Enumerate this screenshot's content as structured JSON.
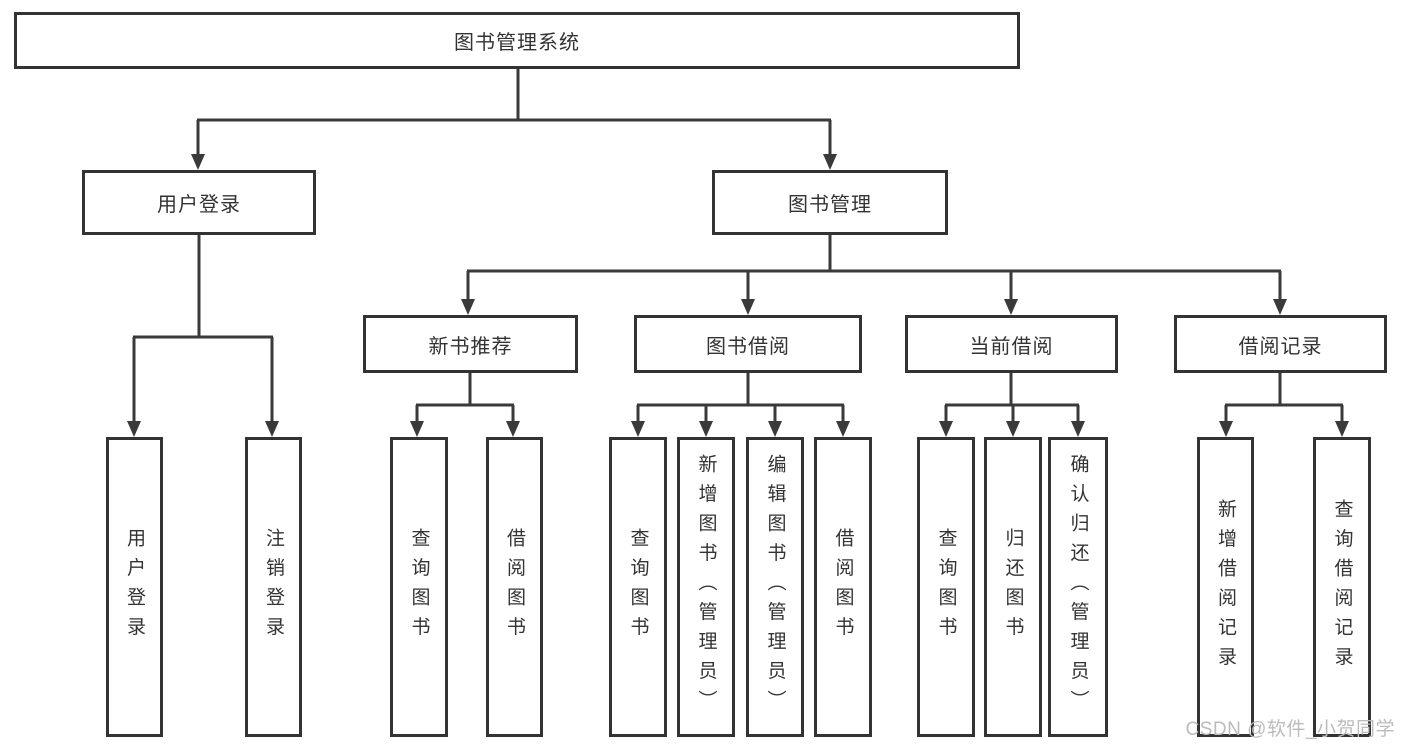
{
  "diagram": {
    "root": {
      "label": "图书管理系统"
    },
    "branches": [
      {
        "label": "用户登录",
        "children": [
          {
            "label": "用户登录"
          },
          {
            "label": "注销登录"
          }
        ]
      },
      {
        "label": "图书管理",
        "children": [
          {
            "label": "新书推荐",
            "children": [
              {
                "label": "查询图书"
              },
              {
                "label": "借阅图书"
              }
            ]
          },
          {
            "label": "图书借阅",
            "children": [
              {
                "label": "查询图书"
              },
              {
                "label": "新增图书（管理员）"
              },
              {
                "label": "编辑图书（管理员）"
              },
              {
                "label": "借阅图书"
              }
            ]
          },
          {
            "label": "当前借阅",
            "children": [
              {
                "label": "查询图书"
              },
              {
                "label": "归还图书"
              },
              {
                "label": "确认归还（管理员）"
              }
            ]
          },
          {
            "label": "借阅记录",
            "children": [
              {
                "label": "新增借阅记录"
              },
              {
                "label": "查询借阅记录"
              }
            ]
          }
        ]
      }
    ]
  },
  "watermark": {
    "text": "CSDN @软件_小贺同学"
  },
  "colors": {
    "line": "#3a3a3a",
    "node_border": "#333333",
    "text": "#333333",
    "watermark": "#bcbcbc",
    "background": "#ffffff"
  }
}
